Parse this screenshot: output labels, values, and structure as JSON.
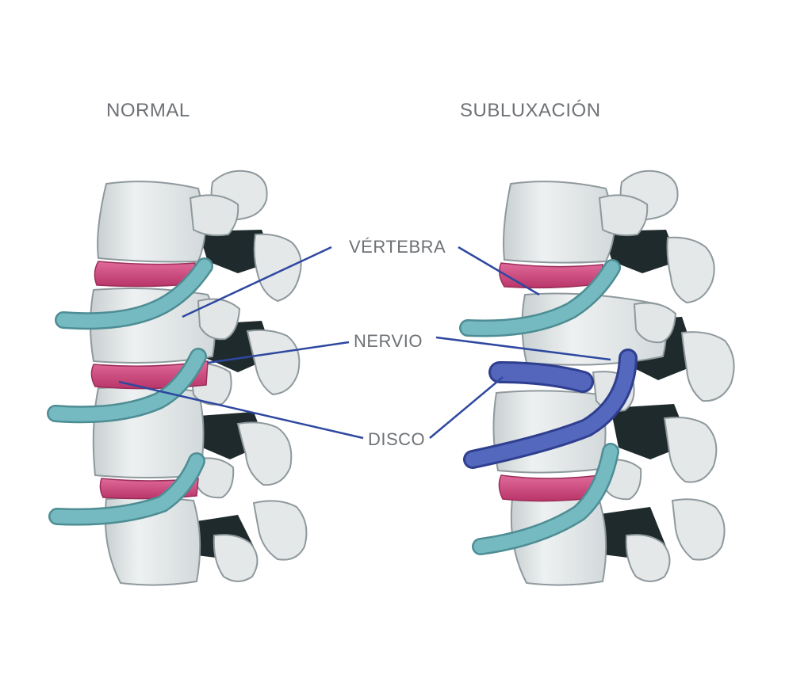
{
  "titles": {
    "normal": "NORMAL",
    "subluxation": "SUBLUXACIÓN"
  },
  "labels": {
    "vertebra": "VÉRTEBRA",
    "nerve": "NERVIO",
    "disc": "DISCO"
  },
  "colors": {
    "bone": "#e7ebec",
    "bone_shadow": "#b9c1c4",
    "bone_outline": "#8f999d",
    "dark_gap": "#1f2a2c",
    "disc": "#d0457e",
    "nerve_normal": "#72b6bd",
    "nerve_pinched": "#4f63b7",
    "leader_line": "#2e48a0",
    "label_text": "#6e7276"
  }
}
